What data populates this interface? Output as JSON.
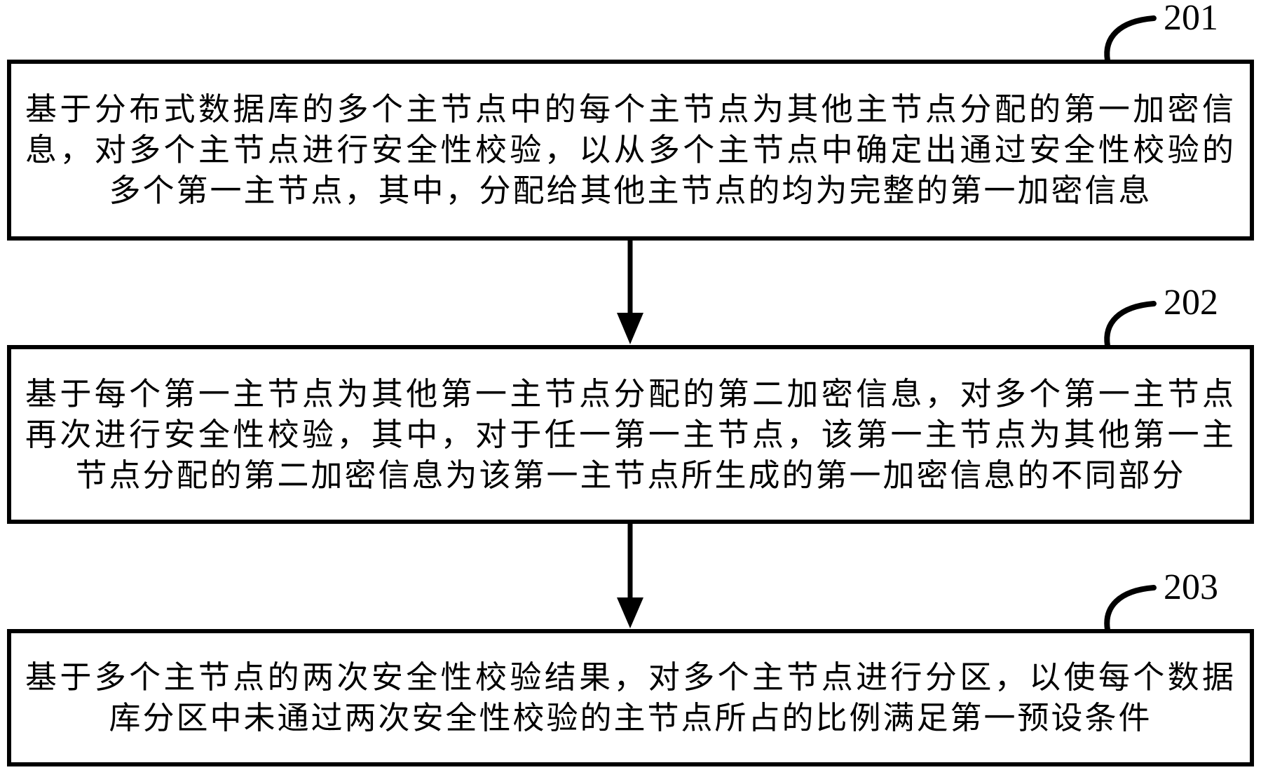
{
  "diagram": {
    "type": "flowchart",
    "colors": {
      "ink": "#000000",
      "background": "#ffffff"
    },
    "steps": [
      {
        "id": "201",
        "lines": [
          "基于分布式数据库的多个主节点中的每个主节点为其他主节点分配的第一加密信",
          "息，对多个主节点进行安全性校验，以从多个主节点中确定出通过安全性校验的",
          "多个第一主节点，其中，分配给其他主节点的均为完整的第一加密信息"
        ]
      },
      {
        "id": "202",
        "lines": [
          "基于每个第一主节点为其他第一主节点分配的第二加密信息，对多个第一主节点",
          "再次进行安全性校验，其中，对于任一第一主节点，该第一主节点为其他第一主",
          "节点分配的第二加密信息为该第一主节点所生成的第一加密信息的不同部分"
        ]
      },
      {
        "id": "203",
        "lines": [
          "基于多个主节点的两次安全性校验结果，对多个主节点进行分区，以使每个数据",
          "库分区中未通过两次安全性校验的主节点所占的比例满足第一预设条件"
        ]
      }
    ]
  }
}
